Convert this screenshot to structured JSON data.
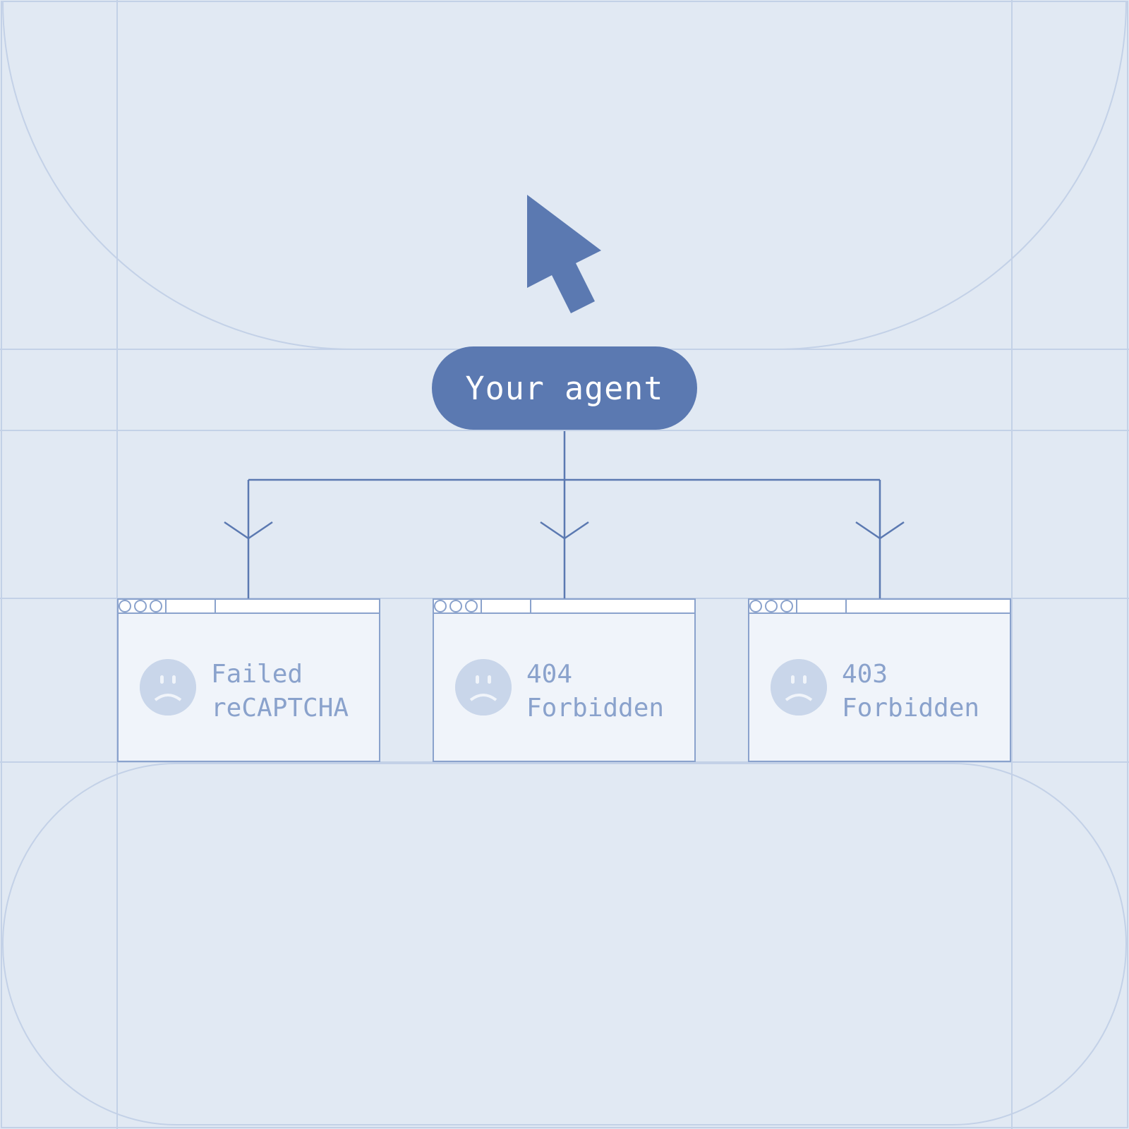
{
  "agent": {
    "label": "Your agent"
  },
  "windows": [
    {
      "line1": "Failed",
      "line2": "reCAPTCHA"
    },
    {
      "line1": "404",
      "line2": "Forbidden"
    },
    {
      "line1": "403",
      "line2": "Forbidden"
    }
  ],
  "colors": {
    "background": "#e1e9f3",
    "accent": "#5b79b1",
    "outline": "#8aa2cc",
    "grid": "#c3d1e7",
    "face": "#c9d6ea"
  },
  "icons": {
    "pointer": "cursor-arrow-icon",
    "face": "sad-face-icon"
  }
}
